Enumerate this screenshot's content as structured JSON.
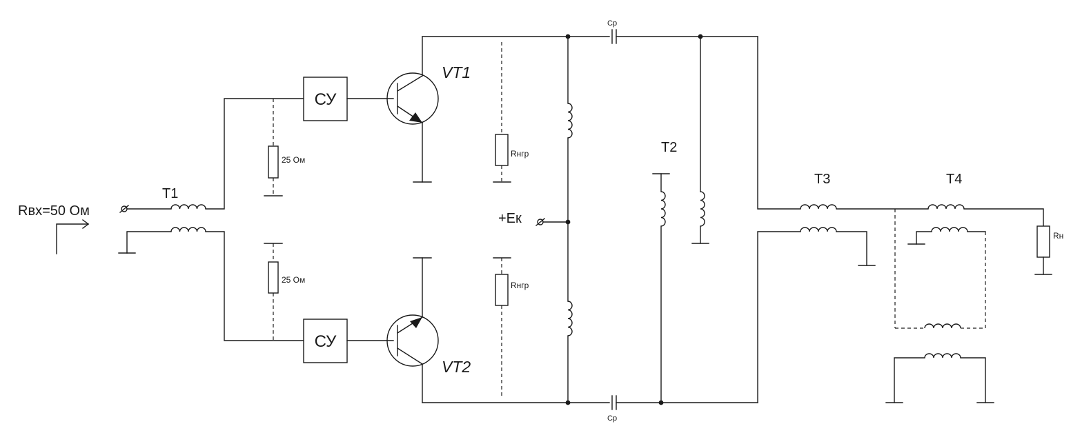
{
  "labels": {
    "rin": "Rвх=50 Ом",
    "t1": "T1",
    "t2": "T2",
    "t3": "T3",
    "t4": "T4",
    "su_top": "СУ",
    "su_bottom": "СУ",
    "vt1": "VT1",
    "vt2": "VT2",
    "r25_top": "25 Ом",
    "r25_bottom": "25 Ом",
    "rngr_top": "Rнгр",
    "rngr_bottom": "Rнгр",
    "ek": "+Eк",
    "cp_top": "Cp",
    "cp_bottom": "Cp",
    "rn": "Rн"
  }
}
